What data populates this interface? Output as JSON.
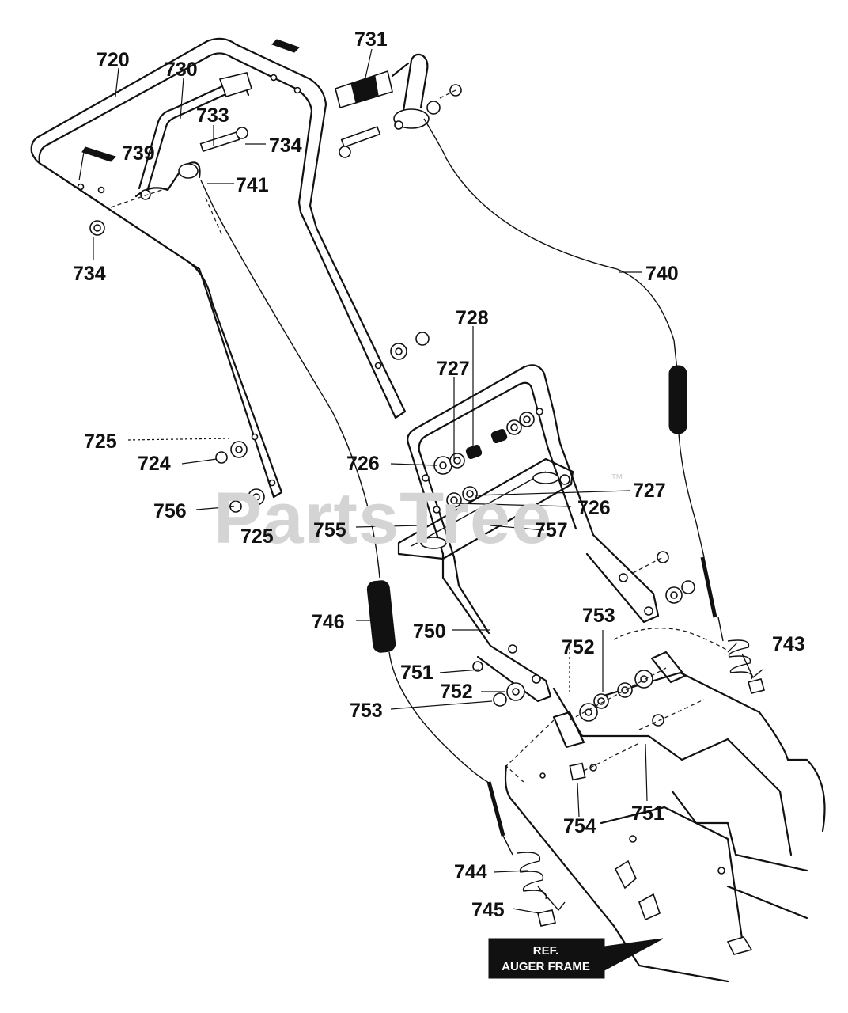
{
  "watermark": {
    "text": "PartsTree",
    "trademark": "™"
  },
  "reference_box": {
    "line1": "REF.",
    "line2": "AUGER FRAME"
  },
  "callouts": [
    {
      "id": "c720",
      "label": "720"
    },
    {
      "id": "c730",
      "label": "730"
    },
    {
      "id": "c731",
      "label": "731"
    },
    {
      "id": "c733",
      "label": "733"
    },
    {
      "id": "c734a",
      "label": "734"
    },
    {
      "id": "c739",
      "label": "739"
    },
    {
      "id": "c741",
      "label": "741"
    },
    {
      "id": "c734b",
      "label": "734"
    },
    {
      "id": "c740",
      "label": "740"
    },
    {
      "id": "c728",
      "label": "728"
    },
    {
      "id": "c727a",
      "label": "727"
    },
    {
      "id": "c725a",
      "label": "725"
    },
    {
      "id": "c724",
      "label": "724"
    },
    {
      "id": "c726a",
      "label": "726"
    },
    {
      "id": "c727b",
      "label": "727"
    },
    {
      "id": "c726b",
      "label": "726"
    },
    {
      "id": "c756",
      "label": "756"
    },
    {
      "id": "c725b",
      "label": "725"
    },
    {
      "id": "c755",
      "label": "755"
    },
    {
      "id": "c757",
      "label": "757"
    },
    {
      "id": "c746",
      "label": "746"
    },
    {
      "id": "c750",
      "label": "750"
    },
    {
      "id": "c753a",
      "label": "753"
    },
    {
      "id": "c752a",
      "label": "752"
    },
    {
      "id": "c743",
      "label": "743"
    },
    {
      "id": "c751a",
      "label": "751"
    },
    {
      "id": "c752b",
      "label": "752"
    },
    {
      "id": "c753b",
      "label": "753"
    },
    {
      "id": "c751b",
      "label": "751"
    },
    {
      "id": "c754",
      "label": "754"
    },
    {
      "id": "c744",
      "label": "744"
    },
    {
      "id": "c745",
      "label": "745"
    }
  ]
}
